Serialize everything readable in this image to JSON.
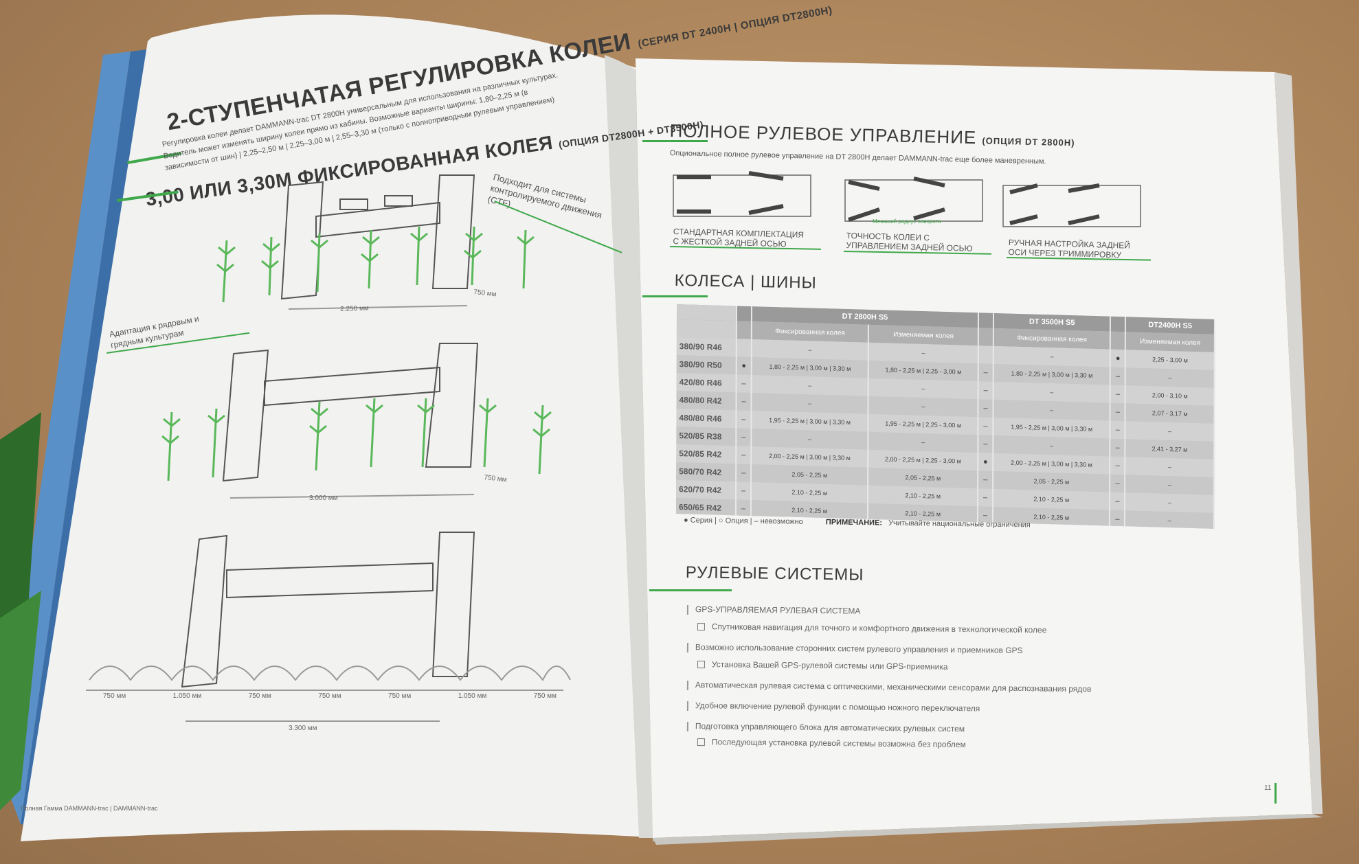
{
  "left_page": {
    "title_main": "2-СТУПЕНЧАТАЯ РЕГУЛИРОВКА КОЛЕИ",
    "title_suffix": "(СЕРИЯ DT 2400H | ОПЦИЯ DT2800H)",
    "intro_lines": [
      "Регулировка колеи делает DAMMANN-trac DT 2800H универсальным для использования на различных культурах.",
      "Водитель может изменять ширину колеи прямо из кабины. Возможные варианты ширины: 1,80–2,25 м (в",
      "зависимости от шин) | 2,25–2,50 м | 2,25–3,00 м | 2,55–3,30 м (только с полноприводным рулевым управлением)"
    ],
    "subtitle": "3,00 ИЛИ 3,30М ФИКСИРОВАННАЯ КОЛЕЯ",
    "subtitle_suffix": "(ОПЦИЯ DT2800H + DT3500H)",
    "note_ctf": [
      "Подходит для системы",
      "контролируемого движения",
      "(CTF)"
    ],
    "note_adapt": [
      "Адаптация к рядовым и",
      "грядным культурам"
    ],
    "dim_2250": "2.250 мм",
    "dim_750_a": "750 мм",
    "dim_3000": "3.000 мм",
    "dim_750_b": "750 мм",
    "dims_bottom": [
      "750 мм",
      "1.050 мм",
      "750 мм",
      "750 мм",
      "750 мм",
      "1.050 мм",
      "750 мм"
    ],
    "dim_3300": "3.300 мм",
    "footer": "Полная Гамма DAMMANN-trac | DAMMANN-trac"
  },
  "right_page": {
    "steering_title": "ПОЛНОЕ РУЛЕВОЕ УПРАВЛЕНИЕ",
    "steering_suffix": "(ОПЦИЯ DT 2800H)",
    "steering_intro": "Опциональное полное рулевое управление на DT 2800H делает DAMMANN-trac еще более маневренным.",
    "diagram_label_small": "Меньший радиус поворота",
    "captions": [
      [
        "СТАНДАРТНАЯ КОМПЛЕКТАЦИЯ",
        "С ЖЕСТКОЙ ЗАДНЕЙ ОСЬЮ"
      ],
      [
        "ТОЧНОСТЬ КОЛЕИ С",
        "УПРАВЛЕНИЕМ ЗАДНЕЙ ОСЬЮ"
      ],
      [
        "РУЧНАЯ НАСТРОЙКА ЗАДНЕЙ",
        "ОСИ ЧЕРЕЗ ТРИММИРОВКУ"
      ]
    ],
    "wheels_title": "КОЛЕСА | ШИНЫ",
    "table": {
      "groups": [
        "DT 2800H S5",
        "DT 3500H S5",
        "DT2400H S5"
      ],
      "subheaders": [
        "Фиксированная колея",
        "Изменяемая колея",
        "Фиксированная колея",
        "Изменяемая колея"
      ],
      "rows": [
        {
          "tyre": "380/90 R46",
          "m1": "",
          "a": "–",
          "b": "–",
          "m2": "",
          "c": "–",
          "m3": "●",
          "d": "2,25 - 3,00 м"
        },
        {
          "tyre": "380/90 R50",
          "m1": "●",
          "a": "1,80 - 2,25 м | 3,00 м | 3,30 м",
          "b": "1,80 - 2,25 м | 2,25 - 3,00 м",
          "m2": "–",
          "c": "1,80 - 2,25 м | 3,00 м | 3,30 м",
          "m3": "–",
          "d": "–"
        },
        {
          "tyre": "420/80 R46",
          "m1": "–",
          "a": "–",
          "b": "–",
          "m2": "–",
          "c": "–",
          "m3": "–",
          "d": "2,00 - 3,10 м"
        },
        {
          "tyre": "480/80 R42",
          "m1": "–",
          "a": "–",
          "b": "–",
          "m2": "–",
          "c": "–",
          "m3": "–",
          "d": "2,07 - 3,17 м"
        },
        {
          "tyre": "480/80 R46",
          "m1": "–",
          "a": "1,95 - 2,25 м | 3,00 м | 3,30 м",
          "b": "1,95 - 2,25 м | 2,25 - 3,00 м",
          "m2": "–",
          "c": "1,95 - 2,25 м | 3,00 м | 3,30 м",
          "m3": "–",
          "d": "–"
        },
        {
          "tyre": "520/85 R38",
          "m1": "–",
          "a": "–",
          "b": "–",
          "m2": "–",
          "c": "–",
          "m3": "–",
          "d": "2,41 - 3,27 м"
        },
        {
          "tyre": "520/85 R42",
          "m1": "–",
          "a": "2,00 - 2,25 м | 3,00 м | 3,30 м",
          "b": "2,00 - 2,25 м | 2,25 - 3,00 м",
          "m2": "●",
          "c": "2,00 - 2,25 м | 3,00 м | 3,30 м",
          "m3": "–",
          "d": "–"
        },
        {
          "tyre": "580/70 R42",
          "m1": "–",
          "a": "2,05 - 2,25 м",
          "b": "2,05 - 2,25 м",
          "m2": "–",
          "c": "2,05 - 2,25 м",
          "m3": "–",
          "d": "–"
        },
        {
          "tyre": "620/70 R42",
          "m1": "–",
          "a": "2,10 - 2,25 м",
          "b": "2,10 - 2,25 м",
          "m2": "–",
          "c": "2,10 - 2,25 м",
          "m3": "–",
          "d": "–"
        },
        {
          "tyre": "650/65 R42",
          "m1": "–",
          "a": "2,10 - 2,25 м",
          "b": "2,10 - 2,25 м",
          "m2": "–",
          "c": "2,10 - 2,25 м",
          "m3": "–",
          "d": "–"
        }
      ]
    },
    "legend": "● Серия  | ○ Опция | – невозможно",
    "note_label": "ПРИМЕЧАНИЕ:",
    "note_text": "Учитывайте национальные ограничения",
    "systems_title": "РУЛЕВЫЕ СИСТЕМЫ",
    "systems": [
      {
        "type": "pipe",
        "text": "GPS-УПРАВЛЯЕМАЯ РУЛЕВАЯ СИСТЕМА"
      },
      {
        "type": "check",
        "text": "Спутниковая навигация для точного и комфортного движения в технологической колее"
      },
      {
        "type": "pipe",
        "text": "Возможно использование сторонних систем рулевого управления и приемников GPS"
      },
      {
        "type": "check",
        "text": "Установка Вашей GPS-рулевой системы или GPS-приемника"
      },
      {
        "type": "pipe",
        "text": "Автоматическая рулевая система с оптическими, механическими сенсорами для распознавания рядов"
      },
      {
        "type": "pipe",
        "text": "Удобное включение рулевой функции с помощью ножного переключателя"
      },
      {
        "type": "pipe",
        "text": "Подготовка управляющего блока для автоматических рулевых систем"
      },
      {
        "type": "check",
        "text": "Последующая установка рулевой системы возможна без проблем"
      }
    ],
    "page_number": "11"
  },
  "colors": {
    "accent_green": "#3fa84a",
    "table_header": "#9a9a9a",
    "table_body": "#cfcfcf"
  }
}
